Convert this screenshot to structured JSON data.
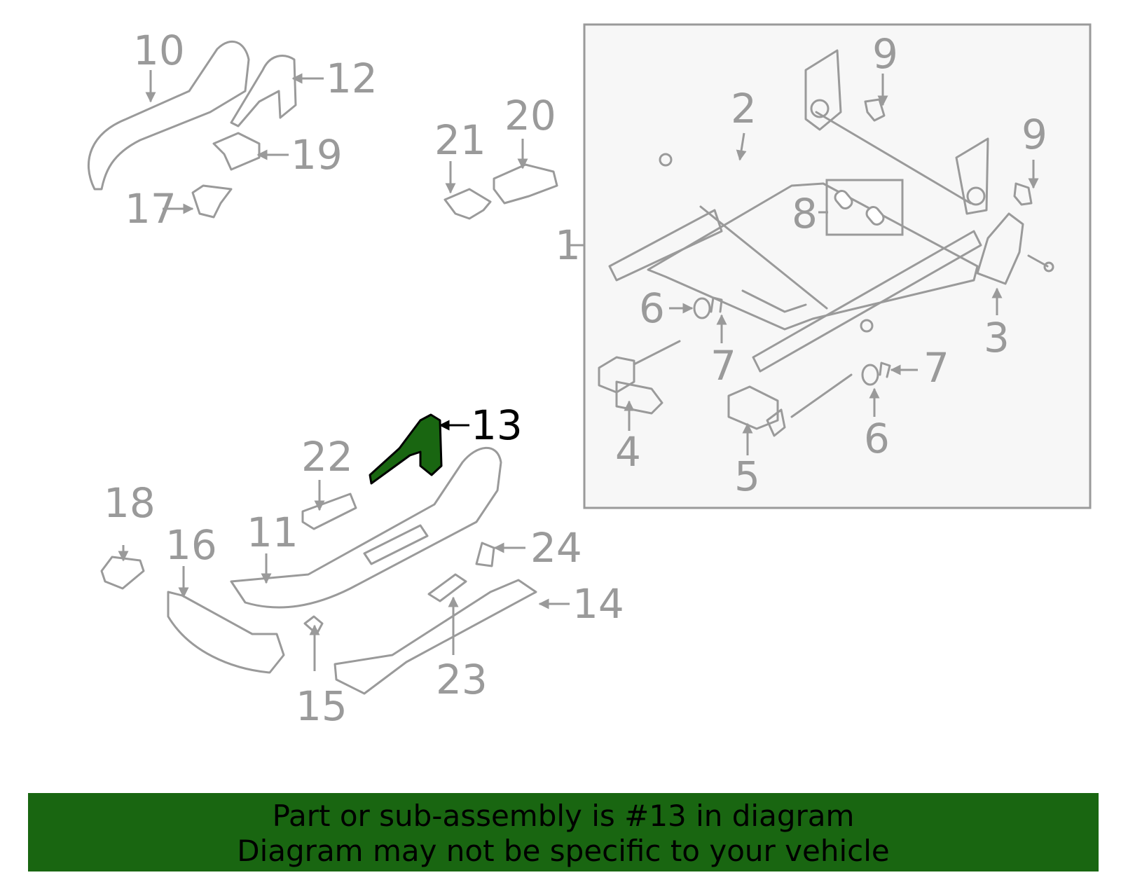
{
  "diagram": {
    "highlight_color": "#196611",
    "line_color": "#9a9a9a",
    "assembly_box_color": "#f7f7f7",
    "callouts": {
      "c1": "1",
      "c2": "2",
      "c3": "3",
      "c4": "4",
      "c5": "5",
      "c6a": "6",
      "c6b": "6",
      "c7a": "7",
      "c7b": "7",
      "c8": "8",
      "c9a": "9",
      "c9b": "9",
      "c10": "10",
      "c11": "11",
      "c12": "12",
      "c13": "13",
      "c14": "14",
      "c15": "15",
      "c16": "16",
      "c17": "17",
      "c18": "18",
      "c19": "19",
      "c20": "20",
      "c21": "21",
      "c22": "22",
      "c23": "23",
      "c24": "24"
    },
    "highlighted_part": "13"
  },
  "banner": {
    "line1": "Part or sub-assembly is #13 in diagram",
    "line2": "Diagram may not be specific to your vehicle",
    "background": "#196611"
  }
}
